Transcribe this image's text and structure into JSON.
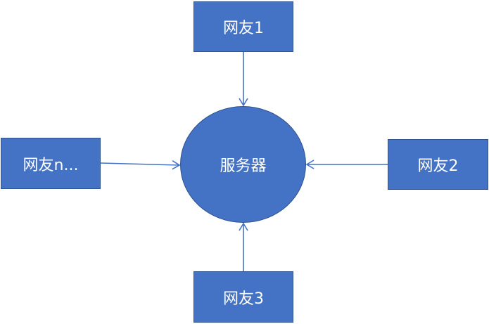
{
  "diagram": {
    "server": {
      "label": "服务器"
    },
    "peers": [
      {
        "label": "网友1"
      },
      {
        "label": "网友2"
      },
      {
        "label": "网友3"
      },
      {
        "label": "网友n..."
      }
    ]
  },
  "colors": {
    "fill": "#4472c4",
    "border": "#2f528f",
    "text": "#ffffff",
    "arrow": "#4472c4"
  }
}
